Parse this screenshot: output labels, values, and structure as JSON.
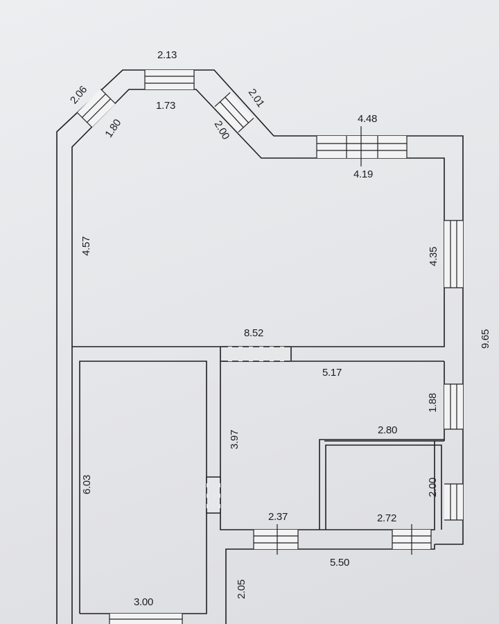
{
  "floor_plan": {
    "dimensions": {
      "top_outer": "2.13",
      "top_inner": "1.73",
      "left_diag_outer": "2.06",
      "left_diag_inner": "1.80",
      "right_diag_outer": "2.01",
      "right_diag_inner": "2.00",
      "top_right_outer": "4.48",
      "top_right_inner": "4.19",
      "living_left": "4.57",
      "living_right": "4.35",
      "overall_right": "9.65",
      "living_bottom": "8.52",
      "hall_top": "5.17",
      "right_room_height": "1.88",
      "hall_left": "3.97",
      "right_room_width": "2.80",
      "left_room_height": "6.03",
      "small_room_height": "2.00",
      "hall_bottom": "2.37",
      "small_room_width": "2.72",
      "bottom_outer": "5.50",
      "porch_left": "2.05",
      "left_room_width": "3.00"
    }
  }
}
